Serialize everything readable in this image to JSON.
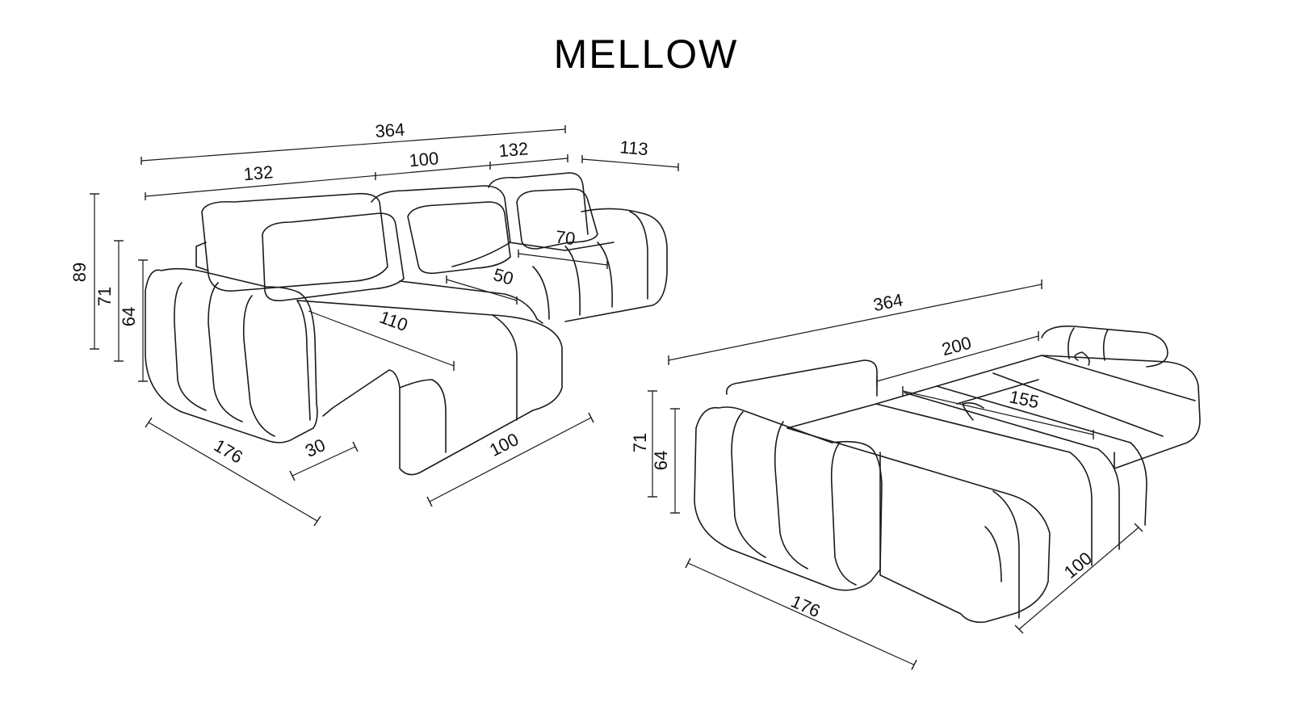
{
  "title": "MELLOW",
  "views": [
    {
      "name": "sofa",
      "dimensions": {
        "total_width": "364",
        "left_section": "132",
        "middle_section": "100",
        "right_section": "132",
        "depth": "113",
        "height_back": "89",
        "height_arm": "71",
        "height_seat": "64",
        "back_cushion": "70",
        "seat_depth": "50",
        "chaise_cushion": "110",
        "chaise_length": "176",
        "arm_width": "30",
        "chaise_width": "100"
      }
    },
    {
      "name": "bed",
      "dimensions": {
        "total_width": "364",
        "sleeping_length": "200",
        "sleeping_width": "155",
        "height_arm": "71",
        "height_seat": "64",
        "chaise_length": "176",
        "chaise_width": "100"
      }
    }
  ]
}
